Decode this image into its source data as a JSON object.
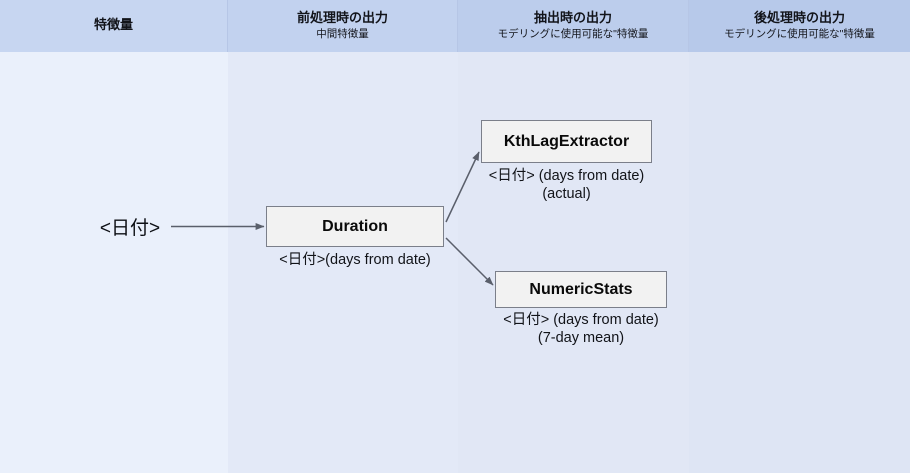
{
  "columns": [
    {
      "title": "特徴量",
      "subtitle": "",
      "band_color": "#eaf0fb",
      "header_color": "#c7d6f1"
    },
    {
      "title": "前処理時の出力",
      "subtitle": "中間特徴量",
      "band_color": "#e3e9f7",
      "header_color": "#c2d2ef"
    },
    {
      "title": "抽出時の出力",
      "subtitle": "モデリングに使用可能な\"特徴量",
      "band_color": "#e1e7f5",
      "header_color": "#bccdec"
    },
    {
      "title": "後処理時の出力",
      "subtitle": "モデリングに使用可能な\"特徴量",
      "band_color": "#dee5f4",
      "header_color": "#b7c9ea"
    }
  ],
  "diagram": {
    "source_label": "<日付>",
    "nodes": [
      {
        "id": "duration",
        "label": "Duration",
        "caption_line1": "<日付>(days from date)",
        "caption_line2": ""
      },
      {
        "id": "kth",
        "label": "KthLagExtractor",
        "caption_line1": "<日付> (days from date)",
        "caption_line2": "(actual)"
      },
      {
        "id": "numeric",
        "label": "NumericStats",
        "caption_line1": "<日付> (days from date)",
        "caption_line2": "(7-day mean)"
      }
    ],
    "edges": [
      {
        "from": "source",
        "to": "duration"
      },
      {
        "from": "duration",
        "to": "kth"
      },
      {
        "from": "duration",
        "to": "numeric"
      }
    ],
    "node_fill": "#f2f2f2",
    "node_stroke": "#7b7f8a",
    "edge_color": "#5a5f६b"
  }
}
